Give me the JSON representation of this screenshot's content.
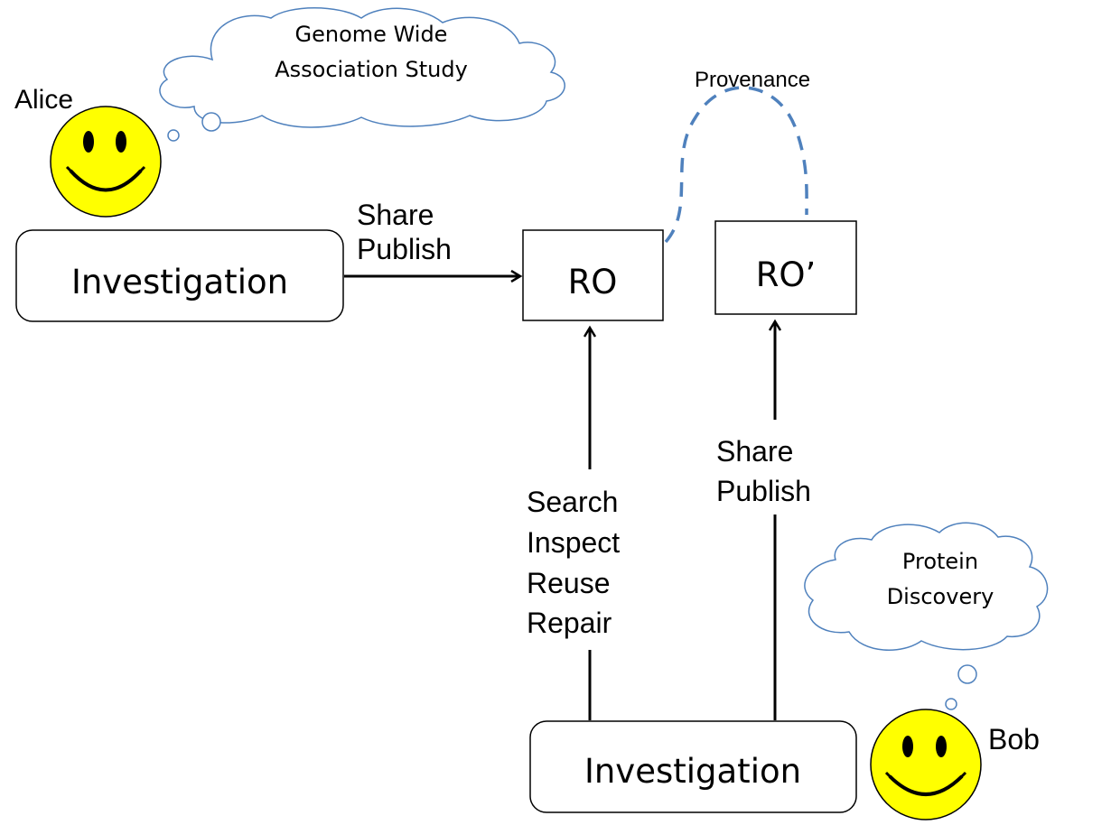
{
  "actors": {
    "alice": {
      "name": "Alice",
      "thought": [
        "Genome Wide",
        "Association Study"
      ]
    },
    "bob": {
      "name": "Bob",
      "thought": [
        "Protein",
        "Discovery"
      ]
    }
  },
  "nodes": {
    "alice_investigation": "Investigation",
    "bob_investigation": "Investigation",
    "ro": "RO",
    "ro_prime": "RO’"
  },
  "edges": {
    "alice_share": [
      "Share",
      "Publish"
    ],
    "bob_reuse": [
      "Search",
      "Inspect",
      "Reuse",
      "Repair"
    ],
    "bob_share": [
      "Share",
      "Publish"
    ],
    "provenance": "Provenance"
  },
  "colors": {
    "smiley_fill": "#ffff00",
    "cloud_stroke": "#4f81bd",
    "provenance_stroke": "#4f81bd"
  }
}
